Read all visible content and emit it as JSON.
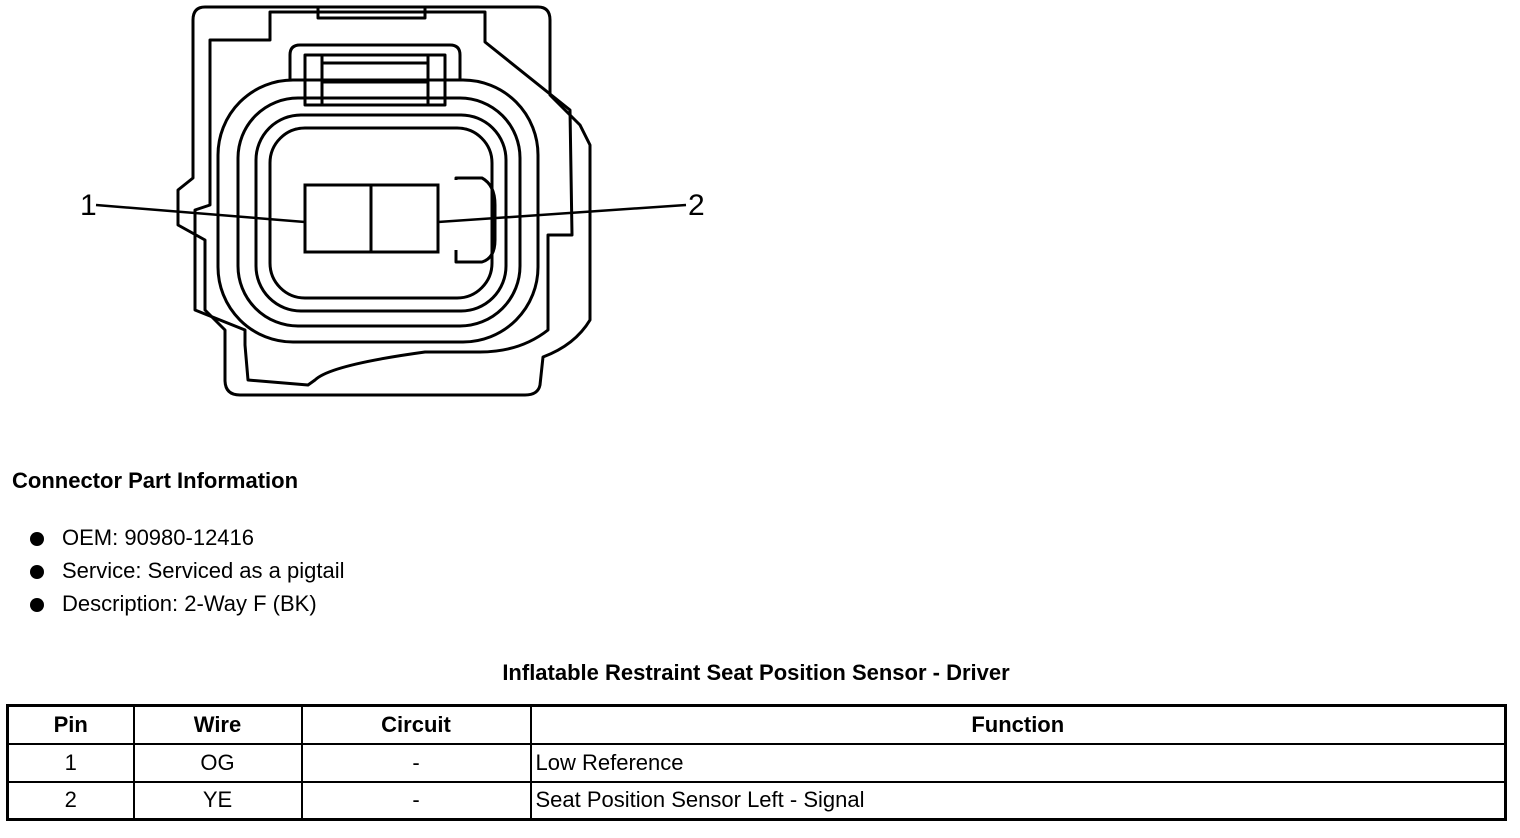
{
  "diagram": {
    "pin_labels": [
      "1",
      "2"
    ]
  },
  "connector_info": {
    "heading": "Connector Part Information",
    "items": [
      "OEM: 90980-12416",
      "Service: Serviced as a pigtail",
      "Description: 2-Way F (BK)"
    ]
  },
  "table": {
    "title": "Inflatable Restraint Seat Position Sensor - Driver",
    "headers": [
      "Pin",
      "Wire",
      "Circuit",
      "Function"
    ],
    "rows": [
      [
        "1",
        "OG",
        "-",
        "Low Reference"
      ],
      [
        "2",
        "YE",
        "-",
        "Seat Position Sensor Left - Signal"
      ]
    ]
  }
}
